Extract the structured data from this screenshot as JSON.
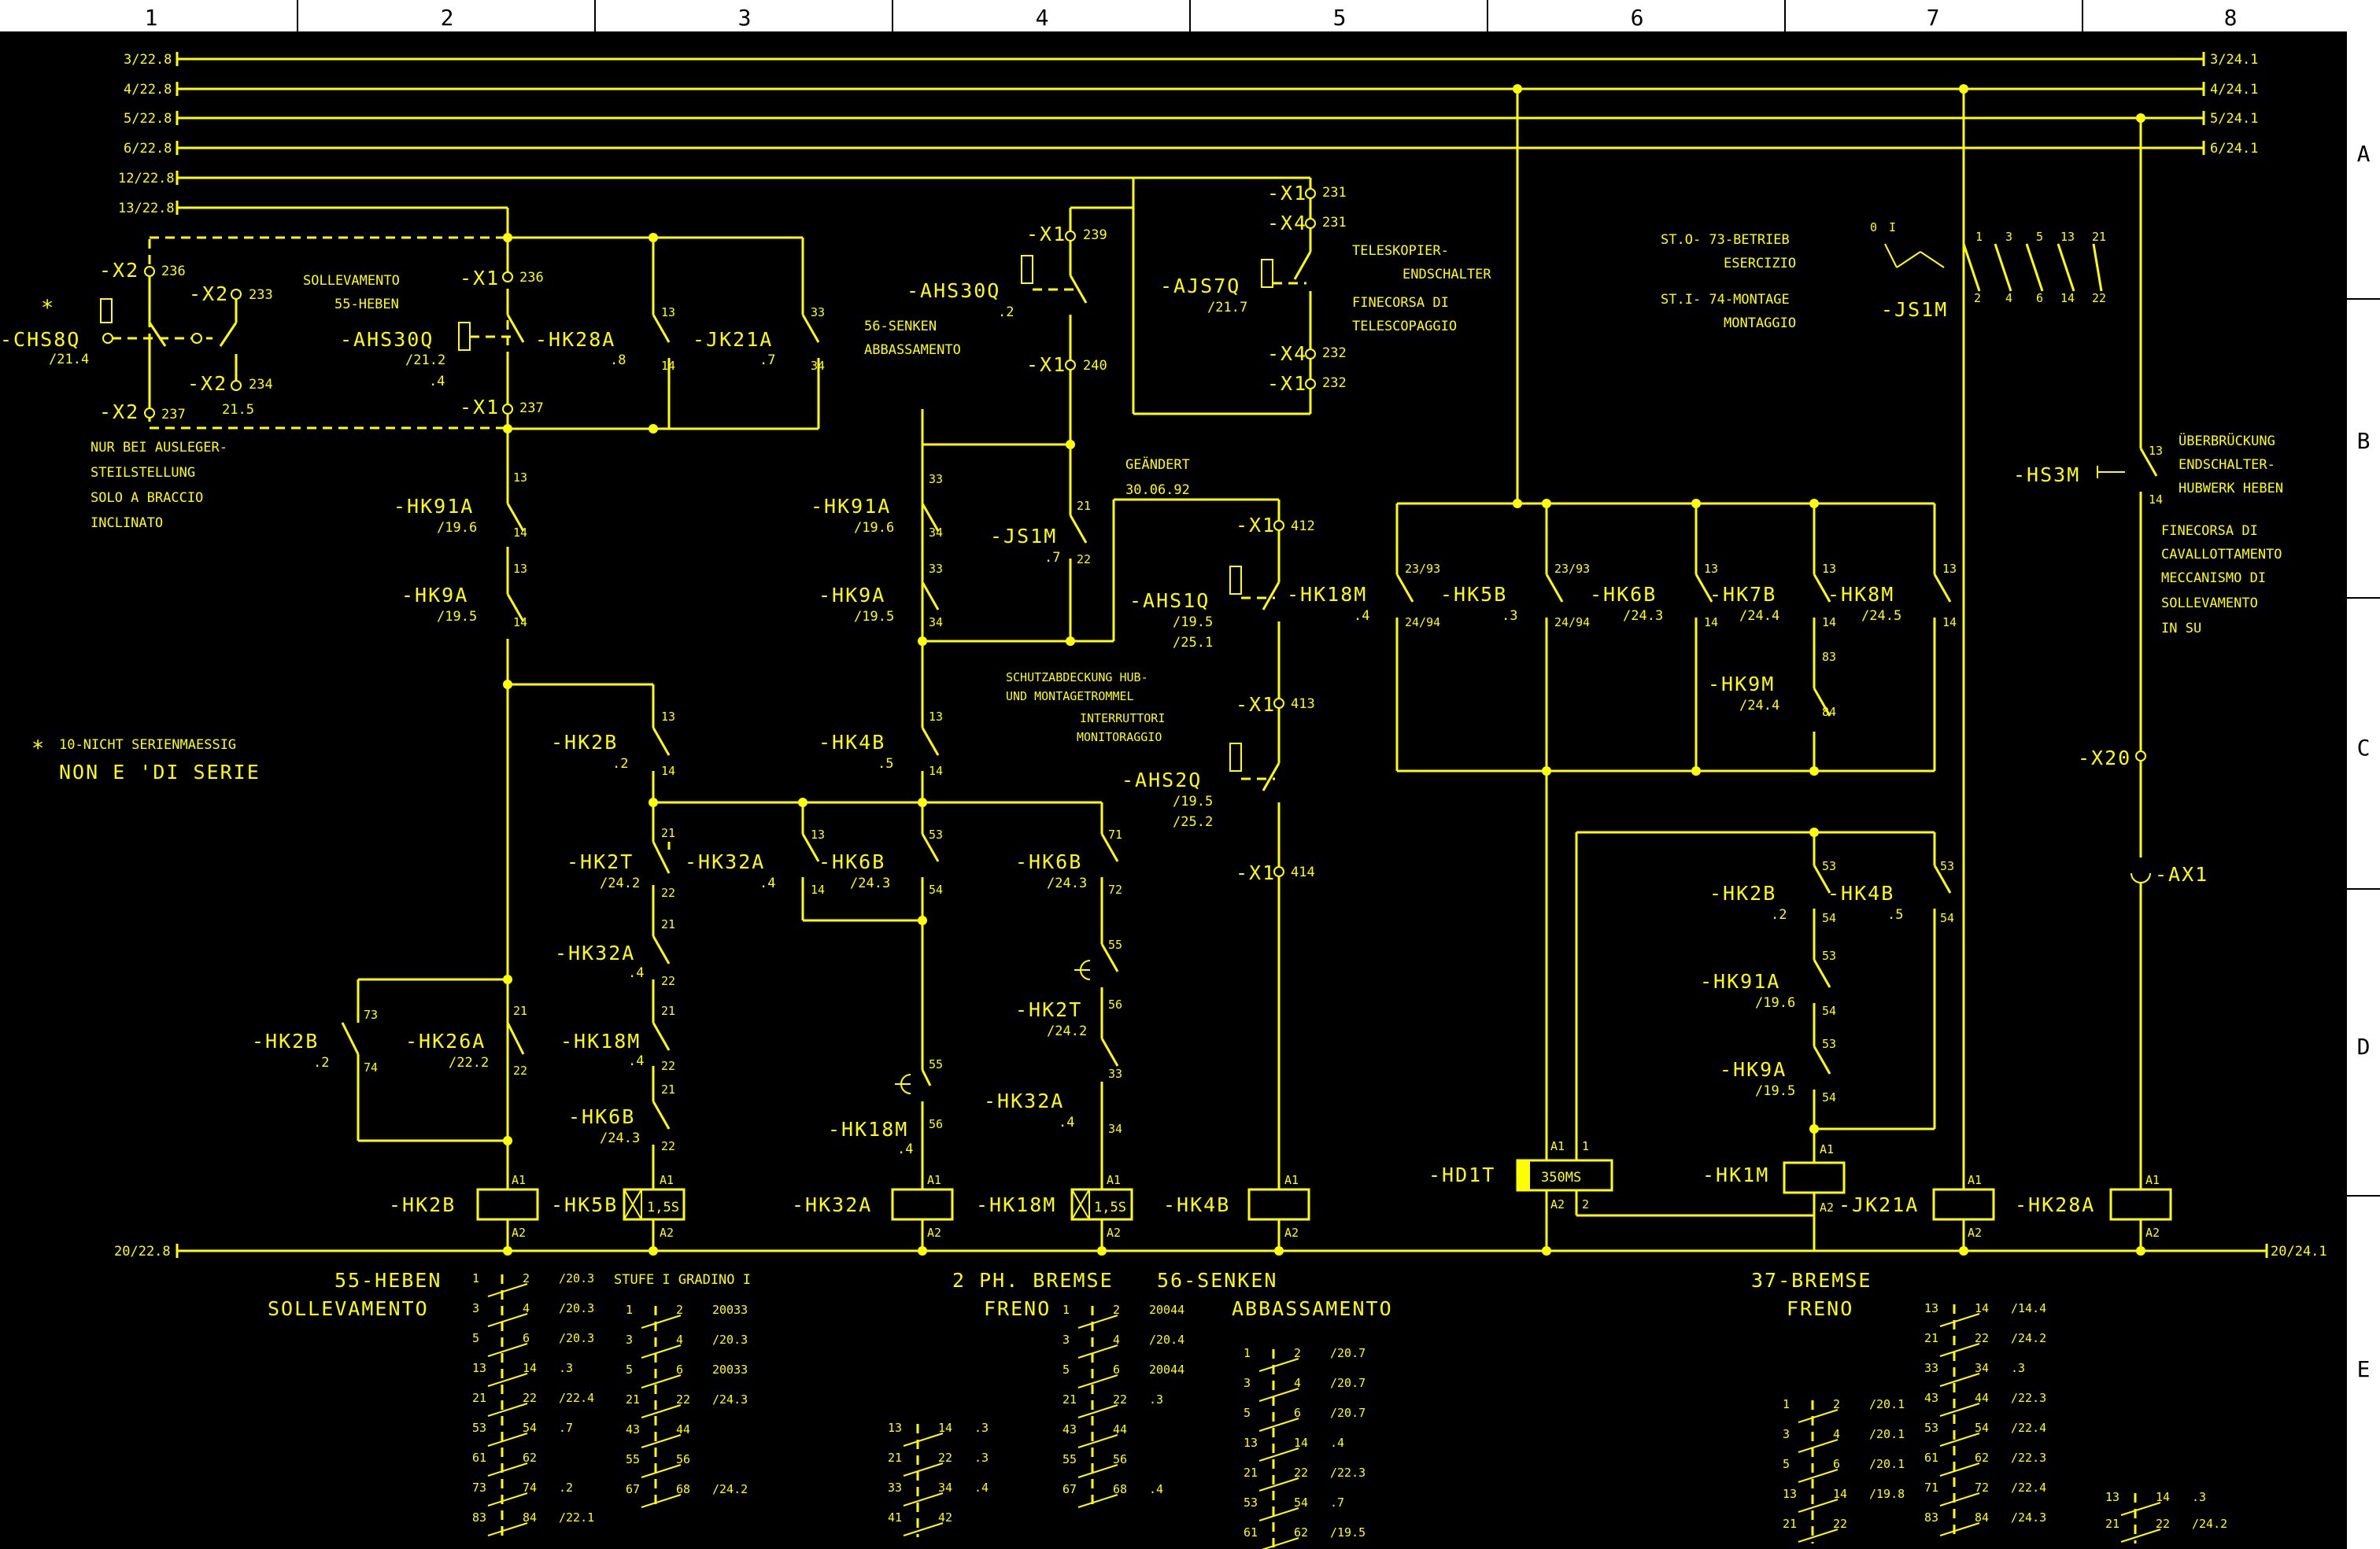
{
  "grid": {
    "columns": [
      "1",
      "2",
      "3",
      "4",
      "5",
      "6",
      "7",
      "8"
    ],
    "rows": [
      "A",
      "B",
      "C",
      "D",
      "E"
    ]
  },
  "rails": {
    "left": [
      "3/22.8",
      "4/22.8",
      "5/22.8",
      "6/22.8",
      "12/22.8",
      "13/22.8"
    ],
    "right": [
      "3/24.1",
      "4/24.1",
      "5/24.1",
      "6/24.1"
    ],
    "bottom_left": "20/22.8",
    "bottom_right": "20/24.1"
  },
  "notes": {
    "star": "*",
    "ausleger": [
      "NUR BEI AUSLEGER-",
      "STEILSTELLUNG",
      "SOLO A BRACCIO",
      "INCLINATO"
    ],
    "serie": [
      "10-NICHT SERIENMAESSIG",
      "NON E 'DI SERIE"
    ],
    "sollevamento": [
      "SOLLEVAMENTO",
      "55-HEBEN"
    ],
    "senken": [
      "56-SENKEN",
      "ABBASSAMENTO"
    ],
    "teleskop": [
      "TELESKOPIER-",
      "ENDSCHALTER",
      "FINECORSA DI",
      "TELESCOPAGGIO"
    ],
    "betrieb": [
      "ST.O- 73-BETRIEB",
      "ESERCIZIO",
      "ST.I- 74-MONTAGE",
      "MONTAGGIO"
    ],
    "geaendert": [
      "GEÄNDERT",
      "30.06.92"
    ],
    "schutz": [
      "SCHUTZABDECKUNG HUB-",
      "UND MONTAGETROMMEL",
      "INTERRUTTORI",
      "MONITORAGGIO"
    ],
    "ueberbrueckung": [
      "ÜBERBRÜCKUNG",
      "ENDSCHALTER-",
      "HUBWERK HEBEN"
    ],
    "finecorsa": [
      "FINECORSA DI",
      "CAVALLOTTAMENTO",
      "MECCANISMO DI",
      "SOLLEVAMENTO",
      "IN SU"
    ]
  },
  "components": {
    "chs8q": {
      "name": "-CHS8Q",
      "ref": "/21.4"
    },
    "x2_236": "-X2",
    "x2_233": "-X2",
    "x2_234": "-X2",
    "x2_237": "-X2",
    "x1_236": "-X1",
    "x1_237": "-X1",
    "ahs30q_a": {
      "name": "-AHS30Q",
      "ref": "/21.2",
      "ref2": ".4"
    },
    "hk28a": {
      "name": "-HK28A",
      "ref": ".8"
    },
    "jk21a": {
      "name": "-JK21A",
      "ref": ".7"
    },
    "x1_239": "-X1",
    "ahs30q_b": {
      "name": "-AHS30Q",
      "ref": ".2"
    },
    "x1_240": "-X1",
    "x1_231": "-X1",
    "x4_231": "-X4",
    "x4_232": "-X4",
    "x1_232": "-X1",
    "ajs7q": {
      "name": "-AJS7Q",
      "ref": "/21.7"
    },
    "js1m_top": {
      "name": "-JS1M"
    },
    "hk91a_1": {
      "name": "-HK91A",
      "ref": "/19.6"
    },
    "hk9a_1": {
      "name": "-HK9A",
      "ref": "/19.5"
    },
    "hk91a_2": {
      "name": "-HK91A",
      "ref": "/19.6"
    },
    "hk9a_2": {
      "name": "-HK9A",
      "ref": "/19.5"
    },
    "js1m": {
      "name": "-JS1M",
      "ref": ".7"
    },
    "x1_412": "-X1",
    "ahs1q": {
      "name": "-AHS1Q",
      "ref": "/19.5",
      "ref2": "/25.1"
    },
    "hk18m_top": {
      "name": "-HK18M",
      "ref": ".4"
    },
    "x1_413": "-X1",
    "ahs2q": {
      "name": "-AHS2Q",
      "ref": "/19.5",
      "ref2": "/25.2"
    },
    "x1_414": "-X1",
    "hk5b": {
      "name": "-HK5B",
      "ref": ".3"
    },
    "hk6b_r": {
      "name": "-HK6B",
      "ref": "/24.3"
    },
    "hk7b": {
      "name": "-HK7B",
      "ref": "/24.4"
    },
    "hk8m": {
      "name": "-HK8M",
      "ref": "/24.5"
    },
    "hk9m": {
      "name": "-HK9M",
      "ref": "/24.4"
    },
    "hs3m": {
      "name": "-HS3M"
    },
    "x20": {
      "name": "-X20"
    },
    "ax1": {
      "name": "-AX1"
    },
    "hk2b_1": {
      "name": "-HK2B",
      "ref": ".2"
    },
    "hk4b_1": {
      "name": "-HK4B",
      "ref": ".5"
    },
    "hk2t_1": {
      "name": "-HK2T",
      "ref": "/24.2"
    },
    "hk32a_1": {
      "name": "-HK32A",
      "ref": ".4"
    },
    "hk6b_1": {
      "name": "-HK6B",
      "ref": "/24.3"
    },
    "hk6b_2": {
      "name": "-HK6B",
      "ref": "/24.3"
    },
    "hk32a_2": {
      "name": "-HK32A",
      "ref": ".4"
    },
    "hk2t_2": {
      "name": "-HK2T",
      "ref": "/24.2"
    },
    "hk18m_1": {
      "name": "-HK18M",
      "ref": ".4"
    },
    "hk6b_3": {
      "name": "-HK6B",
      "ref": "/24.3"
    },
    "hk2b_2": {
      "name": "-HK2B",
      "ref": ".2"
    },
    "hk26a": {
      "name": "-HK26A",
      "ref": "/22.2"
    },
    "hk18m_2": {
      "name": "-HK18M",
      "ref": ".4"
    },
    "hk32a_3": {
      "name": "-HK32A",
      "ref": ".4"
    },
    "hk2b_3": {
      "name": "-HK2B",
      "ref": ".2"
    },
    "hk4b_2": {
      "name": "-HK4B",
      "ref": ".5"
    },
    "hk91a_3": {
      "name": "-HK91A",
      "ref": "/19.6"
    },
    "hk9a_3": {
      "name": "-HK9A",
      "ref": "/19.5"
    }
  },
  "coils": [
    {
      "name": "-HK2B"
    },
    {
      "name": "-HK5B",
      "value": "1,5S"
    },
    {
      "name": "-HK32A"
    },
    {
      "name": "-HK18M",
      "value": "1,5S"
    },
    {
      "name": "-HK4B"
    },
    {
      "name": "-HD1T",
      "value": "350MS"
    },
    {
      "name": "-HK1M"
    },
    {
      "name": "-JK21A"
    },
    {
      "name": "-HK28A"
    }
  ],
  "captions": {
    "heben": [
      "55-HEBEN",
      "SOLLEVAMENTO"
    ],
    "stufe": "STUFE I  GRADINO  I",
    "bremse2": [
      "2 PH. BREMSE",
      "FRENO"
    ],
    "senken2": [
      "56-SENKEN",
      "ABBASSAMENTO"
    ],
    "bremse37": [
      "37-BREMSE",
      "FRENO"
    ]
  },
  "xref_tables": [
    {
      "rows": [
        [
          "1",
          "2",
          "/20.3"
        ],
        [
          "3",
          "4",
          "/20.3"
        ],
        [
          "5",
          "6",
          "/20.3"
        ],
        [
          "13",
          "14",
          ".3"
        ],
        [
          "21",
          "22",
          "/22.4"
        ],
        [
          "53",
          "54",
          ".7"
        ],
        [
          "61",
          "62",
          ""
        ],
        [
          "73",
          "74",
          ".2"
        ],
        [
          "83",
          "84",
          "/22.1"
        ]
      ]
    },
    {
      "rows": [
        [
          "1",
          "2",
          "20033"
        ],
        [
          "3",
          "4",
          "/20.3"
        ],
        [
          "5",
          "6",
          "20033"
        ],
        [
          "21",
          "22",
          "/24.3"
        ],
        [
          "43",
          "44",
          ""
        ],
        [
          "55",
          "56",
          ""
        ],
        [
          "67",
          "68",
          "/24.2"
        ]
      ]
    },
    {
      "rows": [
        [
          "13",
          "14",
          ".3"
        ],
        [
          "21",
          "22",
          ".3"
        ],
        [
          "33",
          "34",
          ".4"
        ],
        [
          "41",
          "42",
          ""
        ]
      ]
    },
    {
      "rows": [
        [
          "1",
          "2",
          "20044"
        ],
        [
          "3",
          "4",
          "/20.4"
        ],
        [
          "5",
          "6",
          "20044"
        ],
        [
          "21",
          "22",
          ".3"
        ],
        [
          "43",
          "44",
          ""
        ],
        [
          "55",
          "56",
          ""
        ],
        [
          "67",
          "68",
          ".4"
        ]
      ]
    },
    {
      "rows": [
        [
          "1",
          "2",
          "/20.7"
        ],
        [
          "3",
          "4",
          "/20.7"
        ],
        [
          "5",
          "6",
          "/20.7"
        ],
        [
          "13",
          "14",
          ".4"
        ],
        [
          "21",
          "22",
          "/22.3"
        ],
        [
          "53",
          "54",
          ".7"
        ],
        [
          "61",
          "62",
          "/19.5"
        ]
      ]
    },
    {
      "rows": [
        [
          "1",
          "2",
          "/20.1"
        ],
        [
          "3",
          "4",
          "/20.1"
        ],
        [
          "5",
          "6",
          "/20.1"
        ],
        [
          "13",
          "14",
          "/19.8"
        ],
        [
          "21",
          "22",
          ""
        ]
      ]
    },
    {
      "rows": [
        [
          "13",
          "14",
          "/14.4"
        ],
        [
          "21",
          "22",
          "/24.2"
        ],
        [
          "33",
          "34",
          ".3"
        ],
        [
          "43",
          "44",
          "/22.3"
        ],
        [
          "53",
          "54",
          "/22.4"
        ],
        [
          "61",
          "62",
          "/22.3"
        ],
        [
          "71",
          "72",
          "/22.4"
        ],
        [
          "83",
          "84",
          "/24.3"
        ]
      ]
    },
    {
      "rows": [
        [
          "13",
          "14",
          ".3"
        ],
        [
          "21",
          "22",
          "/24.2"
        ]
      ]
    }
  ]
}
